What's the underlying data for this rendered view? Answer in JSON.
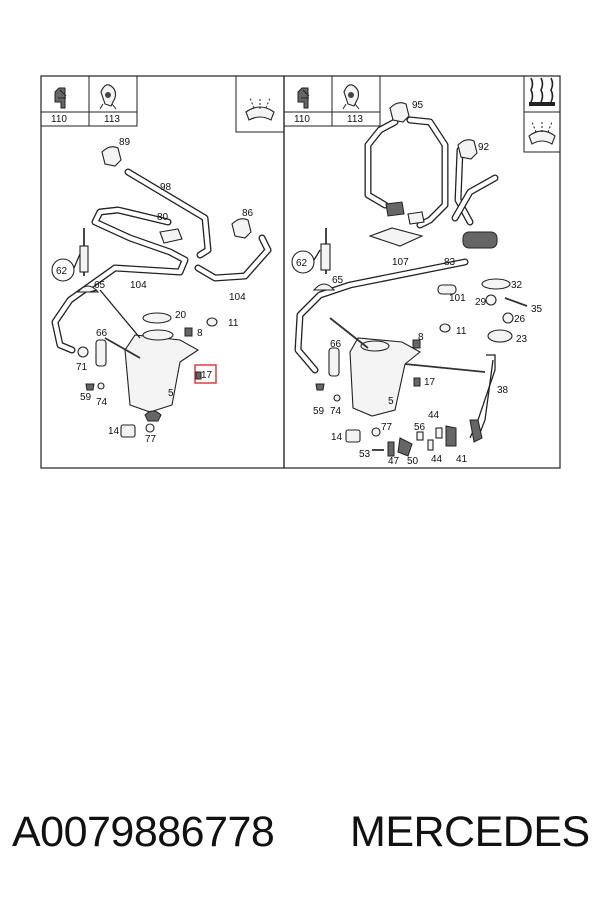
{
  "left_panel": {
    "icons": [
      {
        "label": "110",
        "icon": "clip-icon"
      },
      {
        "label": "113",
        "icon": "fastener-icon"
      }
    ],
    "symbol": "windscreen-washer-icon",
    "callouts": {
      "c89": "89",
      "c98": "98",
      "c80": "80",
      "c86": "86",
      "c62": "62",
      "c65": "65",
      "c104a": "104",
      "c104b": "104",
      "c20": "20",
      "c8": "8",
      "c11": "11",
      "c66": "66",
      "c71": "71",
      "c17": "17",
      "c5": "5",
      "c59": "59",
      "c74": "74",
      "c14": "14",
      "c77": "77"
    }
  },
  "right_panel": {
    "icons": [
      {
        "label": "110",
        "icon": "clip-icon"
      },
      {
        "label": "113",
        "icon": "fastener-icon"
      }
    ],
    "symbols": [
      "heated-washer-icon",
      "windscreen-washer-icon"
    ],
    "callouts": {
      "c95": "95",
      "c92": "92",
      "c107": "107",
      "c83": "83",
      "c62": "62",
      "c65": "65",
      "c32": "32",
      "c101": "101",
      "c29": "29",
      "c35": "35",
      "c26": "26",
      "c8": "8",
      "c11": "11",
      "c23": "23",
      "c66": "66",
      "c17": "17",
      "c38": "38",
      "c5": "5",
      "c59": "59",
      "c74": "74",
      "c44a": "44",
      "c14": "14",
      "c77": "77",
      "c56": "56",
      "c53": "53",
      "c47": "47",
      "c50": "50",
      "c44b": "44",
      "c41": "41"
    }
  },
  "highlight": {
    "color": "#e03030"
  },
  "footer": {
    "part_number": "A0079886778",
    "brand": "MERCEDES"
  }
}
